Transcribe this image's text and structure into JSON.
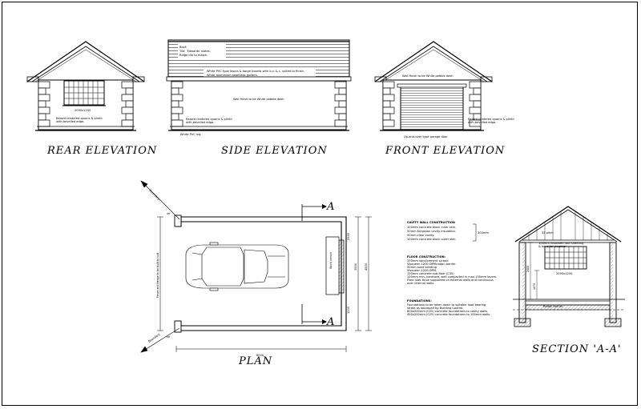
{
  "titles": {
    "rear": "REAR ELEVATION",
    "side": "SIDE ELEVATION",
    "front": "FRONT ELEVATION",
    "plan": "PLAN",
    "section": "SECTION 'A-A'"
  },
  "rear": {
    "window_tag": "2090x1200",
    "wall_note_1": "Raised rendered quoins & plinth",
    "wall_note_2": "with bevelled edge."
  },
  "side": {
    "roof_note_1": "Roof:",
    "roof_note_2": "Tile: 'Edwards' slates.",
    "roof_note_3": "Ridge tile to match.",
    "fascia_note_1": "White PVC type fascia & barge boards with b.v. & c. suited to finish.",
    "fascia_note_2": "White aluminium seamless gutters.",
    "wall_note": "Wall finish to be White pebble dash",
    "base_note_1": "Raised rendered quoins & plinth",
    "base_note_2": "with bevelled edge.",
    "dpc_note": "White PVC ing."
  },
  "front": {
    "wall_note": "Wall finish to be White pebble dash",
    "door_note": "Up-and-over type garage door",
    "base_note_1": "Raised rendered quoins & plinth",
    "base_note_2": "with bevelled edge."
  },
  "plan": {
    "section_marker": "A",
    "dim_width": "6000",
    "dim_side": "3500",
    "dim_height": "4500",
    "dim_right": "2500",
    "dim_door": "1100",
    "bench_label": "Work bench",
    "boundary_top": "Boundary",
    "boundary_bottom": "Boundary",
    "left_note": "Fence and Hedge to be built to suit",
    "tag_top": "ref",
    "tag_bottom": "ref"
  },
  "spec": {
    "cavity_title": "CAVITY WALL CONSTRUCTION",
    "cavity_lines": [
      "100mm concrete block inner skin.",
      "50mm Kingspan cavity insulation.",
      "50mm clear cavity.",
      "100mm concrete block outer skin."
    ],
    "cavity_total": "300mm",
    "floor_title": "FLOOR CONSTRUCTION:",
    "floor_lines": [
      "150mm sand/cement screed",
      "Visqueen 1200 DPM/radon barrier",
      "50mm sand blinding",
      "Visqueen 1200 DPM.",
      "150mm concrete sub-floor (C35)",
      "150mm min. hardcore, well compacted in max 150mm layers.",
      "Floor slab to be supported on external walls and continuous",
      "over internal walls."
    ],
    "found_title": "FOUNDATIONS:",
    "found_lines": [
      "Foundations to be taken down to suitable load bearing",
      "strata as approved by Building Control.",
      "600x200mm (C25) concrete foundations to cavity walls.",
      "450x200mm (C25) concrete foundations to 100mm walls."
    ]
  },
  "section": {
    "pitch_note": "35 pitch",
    "roof_note_1": "100mm insulated roof sheeting",
    "roof_note_2": "& eave for weather",
    "window_tag": "2090x1200",
    "dim_1": "2400",
    "dim_2": "1070",
    "radon_label": "Radon barrier"
  }
}
